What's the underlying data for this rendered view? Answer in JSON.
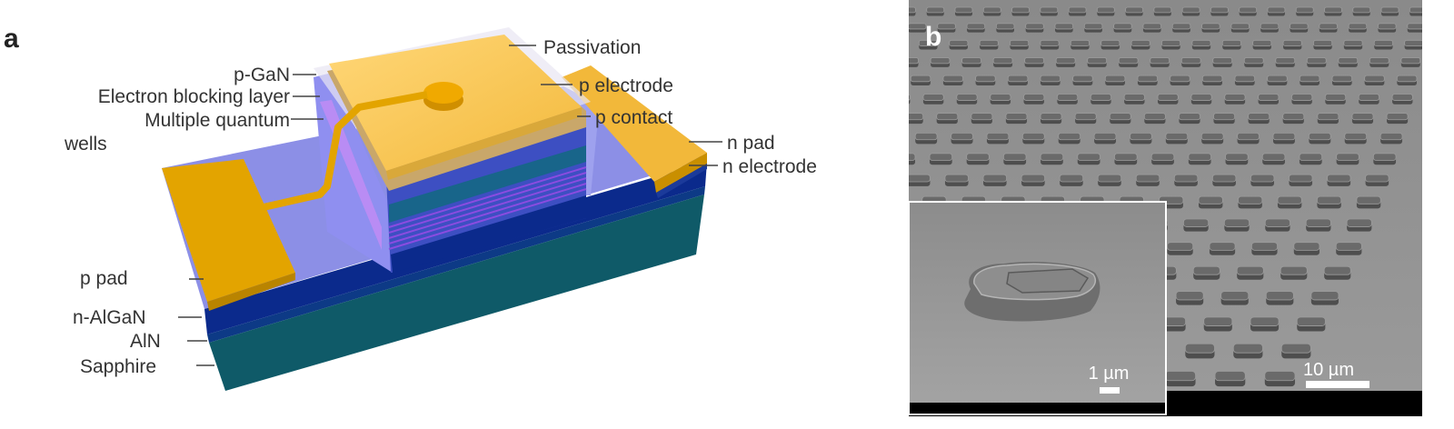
{
  "panel_a": {
    "letter": "a",
    "labels": {
      "passivation": "Passivation",
      "p_gan": "p-GaN",
      "ebl": "Electron blocking layer",
      "mqw_line1": "Multiple quantum",
      "mqw_line2": "wells",
      "p_electrode": "p electrode",
      "p_contact": "p contact",
      "n_pad": "n pad",
      "n_electrode": "n electrode",
      "p_pad": "p pad",
      "n_algan": "n-AlGaN",
      "aln": "AlN",
      "sapphire": "Sapphire"
    },
    "colors": {
      "gold": "#e3a400",
      "gold_light": "#f7c95a",
      "n_algan": "#0b2a8c",
      "sapphire": "#0f5a68",
      "mesa_blue": "#6f74d8",
      "mqw": "#7a3fd0"
    }
  },
  "panel_b": {
    "letter": "b",
    "inset_scale": "1 µm",
    "main_scale": "10 µm"
  }
}
